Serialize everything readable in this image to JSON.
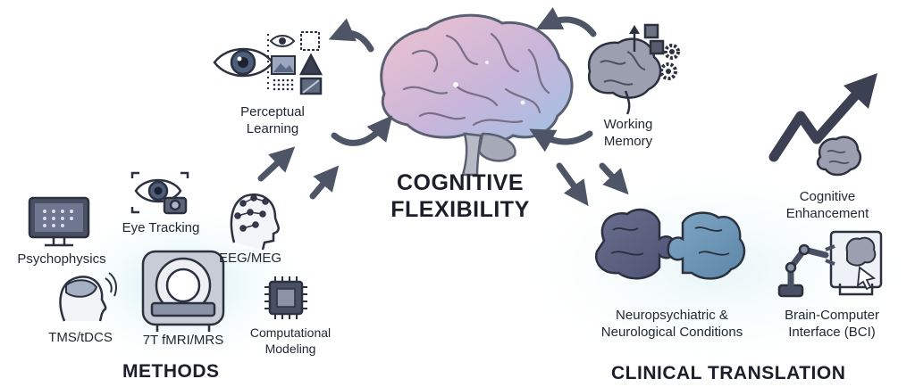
{
  "center": {
    "line1": "COGNITIVE",
    "line2": "FLEXIBILITY"
  },
  "nodes": {
    "perceptual_learning": {
      "line1": "Perceptual",
      "line2": "Learning"
    },
    "working_memory": {
      "line1": "Working",
      "line2": "Memory"
    },
    "eye_tracking": "Eye Tracking",
    "psychophysics": "Psychophysics",
    "eeg_meg": "EEG/MEG",
    "tms_tdcs": "TMS/tDCS",
    "fmri_mrs": "7T fMRI/MRS",
    "computational_modeling": {
      "line1": "Computational",
      "line2": "Modeling"
    },
    "neuro_conditions": {
      "line1": "Neuropsychiatric &",
      "line2": "Neurological Conditions"
    },
    "cognitive_enhancement": {
      "line1": "Cognitive",
      "line2": "Enhancement"
    },
    "bci": {
      "line1": "Brain-Computer",
      "line2": "Interface (BCI)"
    }
  },
  "sections": {
    "methods": "METHODS",
    "clinical": "CLINICAL TRANSLATION"
  },
  "colors": {
    "brain_pink": "#e8b8c6",
    "brain_blue": "#a9c3e3",
    "arrow": "#4d5566",
    "icon_stroke": "#2c3140",
    "glow": "#bfe3ec"
  }
}
